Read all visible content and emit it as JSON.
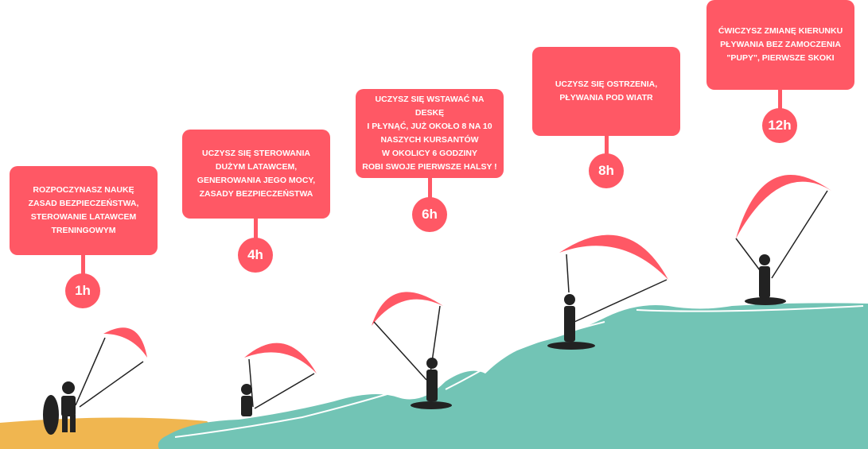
{
  "colors": {
    "accent": "#FF5865",
    "sea": "#72C4B5",
    "sand": "#F0B650",
    "silhouette": "#222222"
  },
  "steps": [
    {
      "hours": "1h",
      "text": "ROZPOCZYNASZ NAUKĘ\nZASAD BEZPIECZEŃSTWA,\nSTEROWANIE LATAWCEM\nTRENINGOWYM"
    },
    {
      "hours": "4h",
      "text": "UCZYSZ SIĘ STEROWANIA\nDUŻYM LATAWCEM,\nGENEROWANIA JEGO MOCY,\nZASADY BEZPIECZEŃSTWA"
    },
    {
      "hours": "6h",
      "text": "UCZYSZ SIĘ WSTAWAĆ NA DESKĘ\nI PŁYNĄĆ, JUŻ OKOŁO 8 NA 10\nNASZYCH KURSANTÓW\nW OKOLICY 6 GODZINY\nROBI SWOJE PIERWSZE HALSY !"
    },
    {
      "hours": "8h",
      "text": "UCZYSZ SIĘ OSTRZENIA,\nPŁYWANIA POD WIATR"
    },
    {
      "hours": "12h",
      "text": "ĆWICZYSZ ZMIANĘ KIERUNKU\nPŁYWANIA BEZ ZAMOCZENIA\n\"PUPY\", PIERWSZE SKOKI"
    }
  ]
}
